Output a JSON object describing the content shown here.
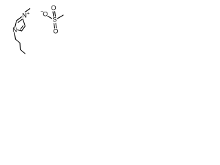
{
  "molecule": {
    "cation": {
      "n3_label": "N",
      "n3_charge": "+",
      "n1_label": "N"
    },
    "anion": {
      "o_minus_label": "O",
      "o_minus_charge": "−",
      "s_label": "S",
      "o_top_label": "O",
      "o_bottom_label": "O"
    }
  }
}
